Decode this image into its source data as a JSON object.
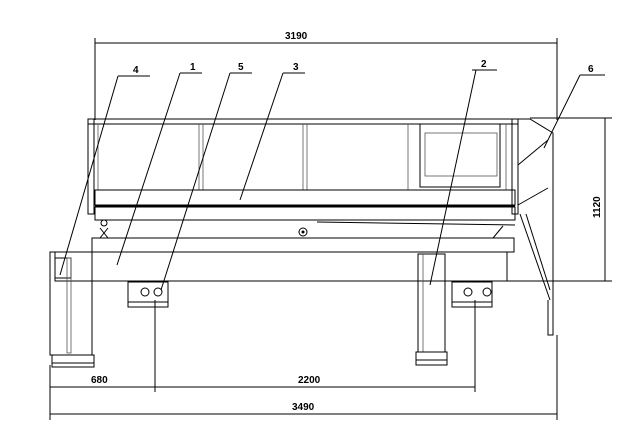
{
  "dimensions": {
    "overall_top": "3190",
    "height": "1120",
    "left_offset": "680",
    "foot_spacing": "2200",
    "overall_bottom": "3490"
  },
  "callouts": [
    "4",
    "1",
    "5",
    "3",
    "2",
    "6"
  ]
}
